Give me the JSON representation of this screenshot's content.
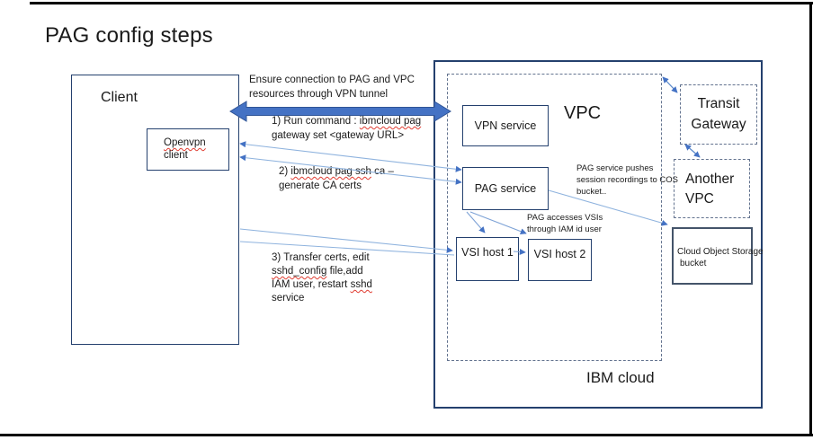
{
  "title": "PAG config steps",
  "client": {
    "label": "Client",
    "openvpn_word": "Openvpn",
    "openvpn_line2": "client"
  },
  "ibm_cloud_label": "IBM cloud",
  "vpc": {
    "label": "VPC",
    "vpn_service": "VPN service",
    "pag_service": "PAG service",
    "vsi1": "VSI host 1",
    "vsi2": "VSI host 2"
  },
  "transit_gateway": "Transit Gateway",
  "another_vpc": "Another VPC",
  "cos_bucket_lines": [
    "Cloud Object Storage",
    "bucket"
  ],
  "annotations": {
    "tunnel_lines": [
      "Ensure connection to PAG and VPC",
      "resources through VPN tunnel"
    ],
    "step1_prefix": "1) Run command : ",
    "step1_cmd": "ibmcloud pag",
    "step1_line2": "gateway set <gateway URL>",
    "step2_prefix": "2) ",
    "step2_cmd": "ibmcloud pag ssh",
    "step2_suffix": " ca –",
    "step2_line2": "generate CA certs",
    "step3_line1": "3) Transfer certs, edit",
    "step3_cmd1": "sshd_config",
    "step3_line2_rest": " file,add",
    "step3_line3_start": "IAM user, restart ",
    "step3_cmd2": "sshd",
    "step3_line4": "service",
    "pag_pushes_lines": [
      "PAG service pushes",
      "session recordings to COS",
      "bucket.."
    ],
    "pag_accesses_lines": [
      "PAG accesses VSIs",
      "through IAM id user"
    ]
  },
  "colors": {
    "box_border": "#24406e",
    "dashed_border": "#63738f",
    "cos_border": "#44546a",
    "big_arrow_fill": "#4472c4",
    "big_arrow_edge": "#2f5496",
    "thin_line": "#8fb3de",
    "arrowhead": "#4472c4",
    "squiggle": "#e03c31",
    "frame": "#000000"
  }
}
